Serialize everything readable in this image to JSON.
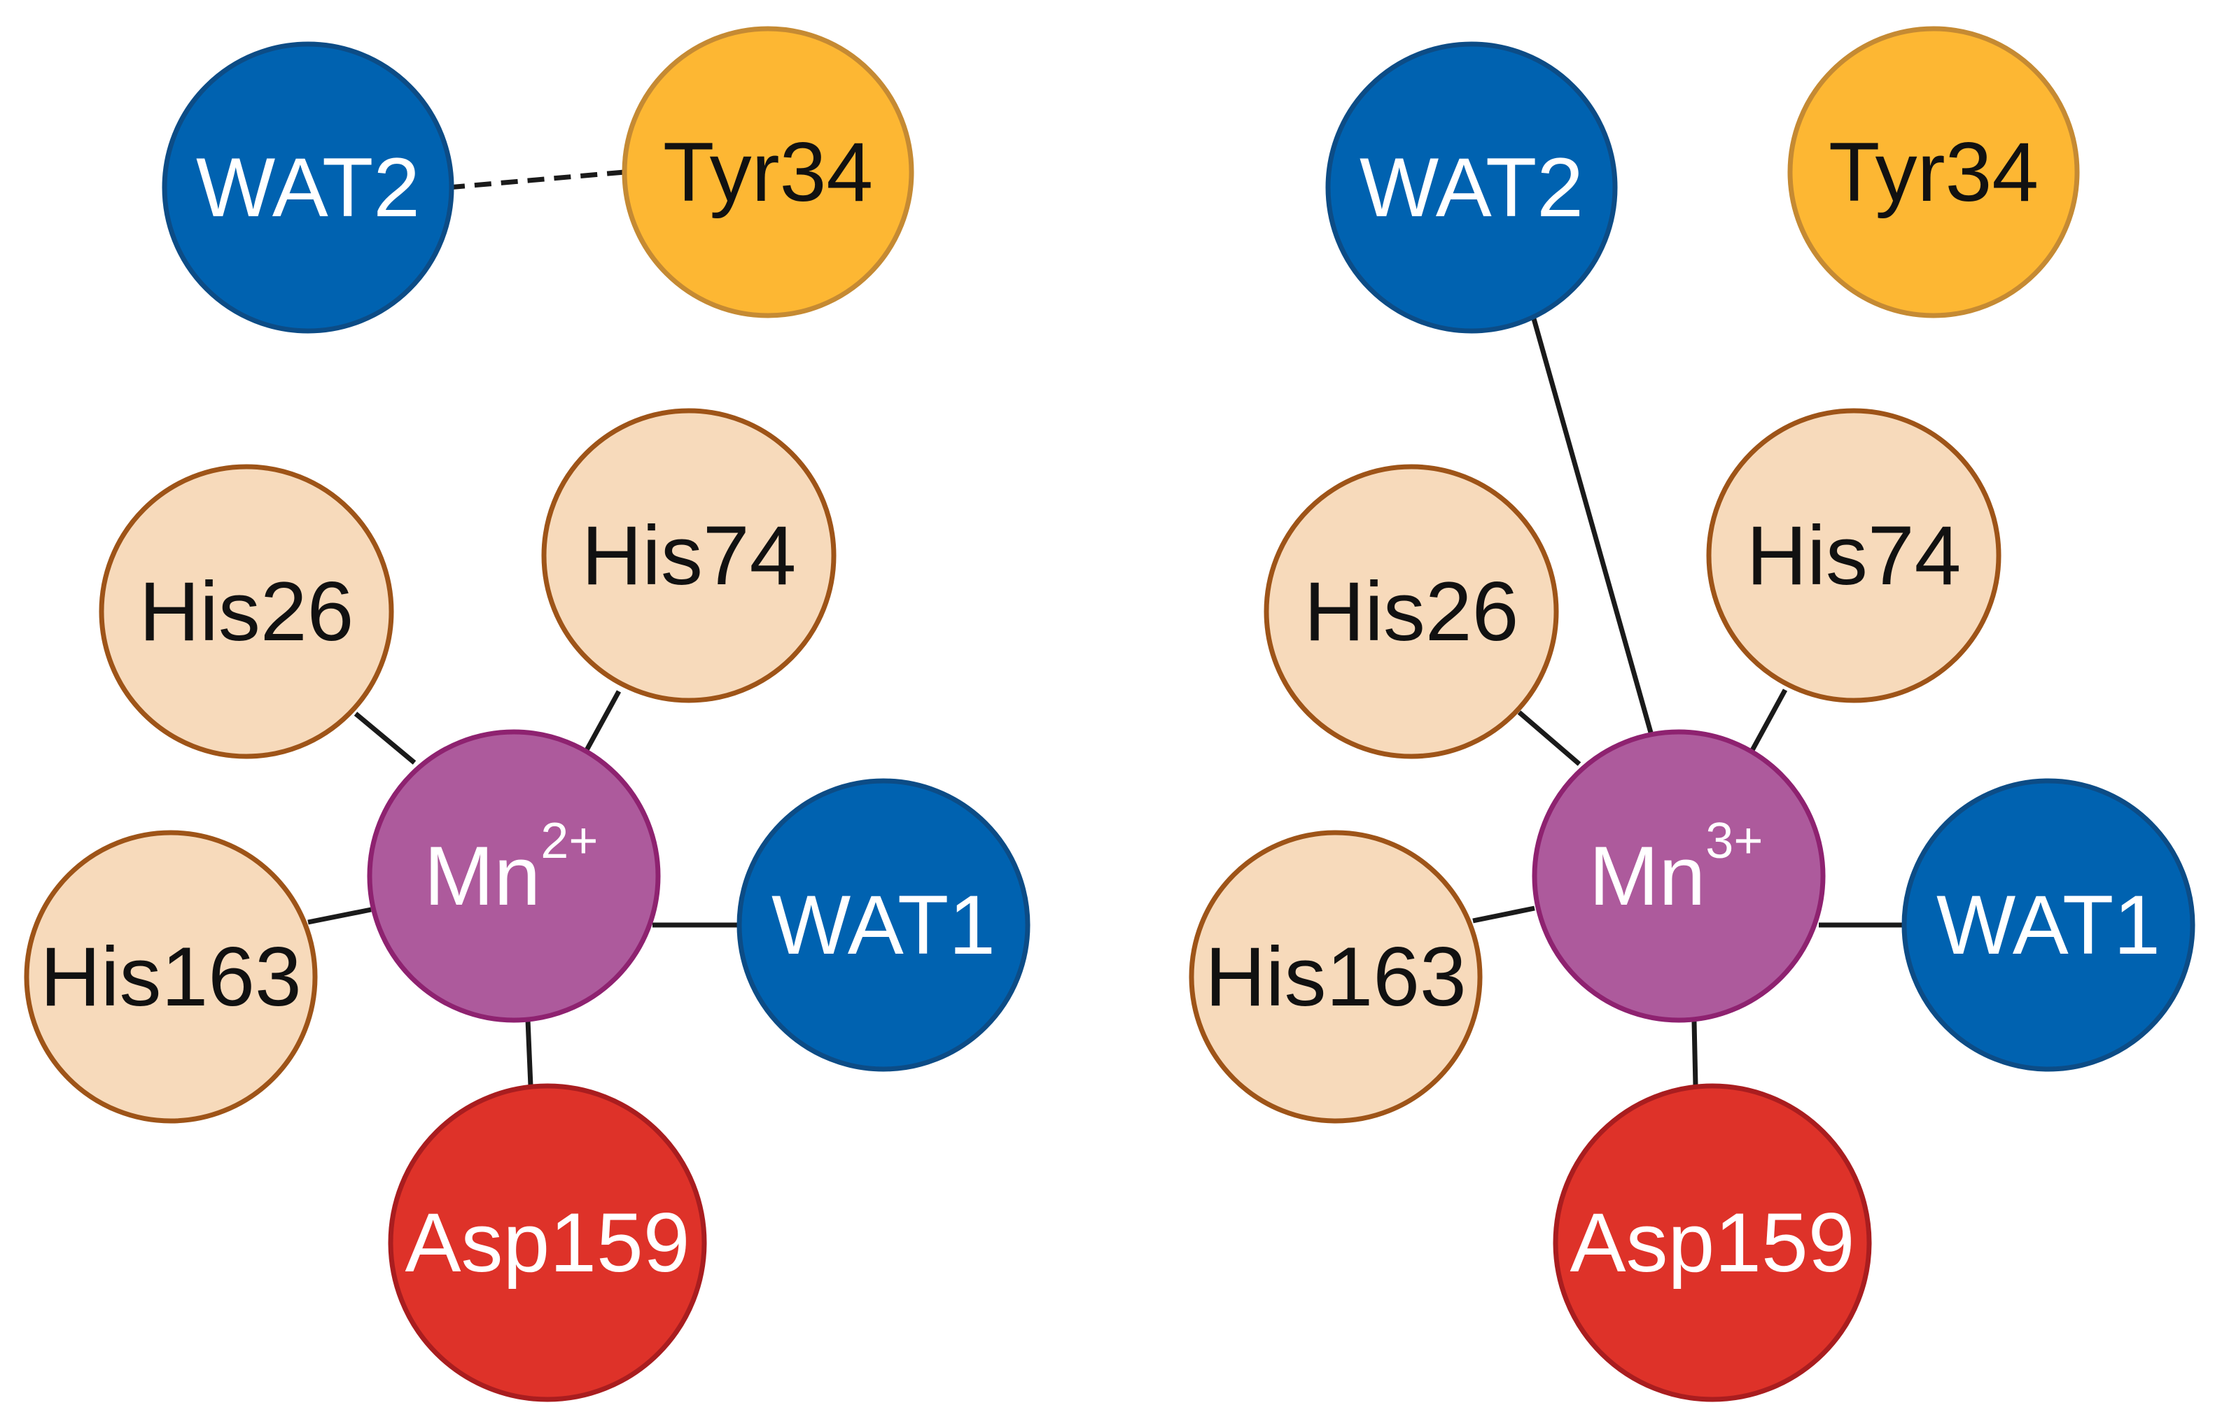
{
  "colors": {
    "water_fill": "#0062B0",
    "water_stroke": "#0C4C86",
    "tyrosine_fill": "#FDB733",
    "tyrosine_stroke": "#C58A33",
    "histidine_fill": "#F7DABB",
    "histidine_stroke": "#9E5418",
    "manganese_fill": "#AD5A9C",
    "manganese_stroke": "#8E2270",
    "aspartate_fill": "#DE3229",
    "aspartate_stroke": "#A91D1F",
    "bond": "#1A1A1A",
    "dark_text": "#111111",
    "light_text": "#FFFFFF"
  },
  "panels": [
    {
      "name": "mn2-panel",
      "metal": {
        "symbol": "Mn",
        "charge": "2+"
      },
      "nodes": {
        "wat2": "WAT2",
        "tyr34": "Tyr34",
        "his26": "His26",
        "his74": "His74",
        "his163": "His163",
        "wat1": "WAT1",
        "asp159": "Asp159"
      }
    },
    {
      "name": "mn3-panel",
      "metal": {
        "symbol": "Mn",
        "charge": "3+"
      },
      "nodes": {
        "wat2": "WAT2",
        "tyr34": "Tyr34",
        "his26": "His26",
        "his74": "His74",
        "his163": "His163",
        "wat1": "WAT1",
        "asp159": "Asp159"
      }
    }
  ]
}
